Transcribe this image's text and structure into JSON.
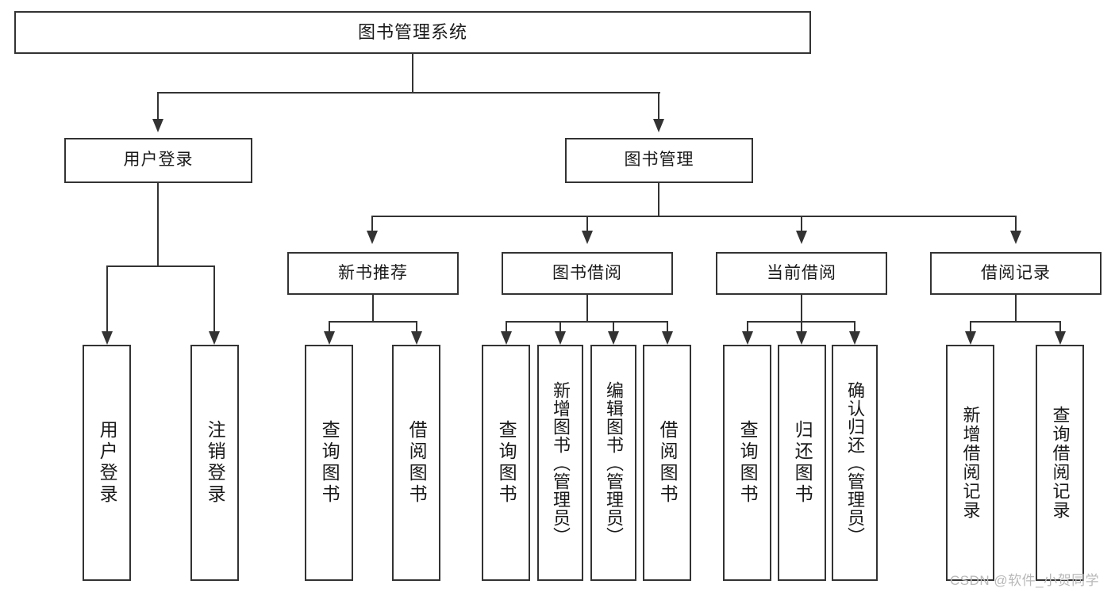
{
  "diagram": {
    "title": "图书管理系统",
    "type": "tree-hierarchy-chart",
    "root": {
      "label": "图书管理系统"
    },
    "level2": [
      {
        "label": "用户登录"
      },
      {
        "label": "图书管理"
      }
    ],
    "level3": [
      {
        "label": "新书推荐"
      },
      {
        "label": "图书借阅"
      },
      {
        "label": "当前借阅"
      },
      {
        "label": "借阅记录"
      }
    ],
    "leaves": {
      "user_login": [
        {
          "label": "用户登录"
        },
        {
          "label": "注销登录"
        }
      ],
      "new_book_recommend": [
        {
          "label": "查询图书"
        },
        {
          "label": "借阅图书"
        }
      ],
      "book_borrow": [
        {
          "label": "查询图书"
        },
        {
          "label": "新增图书（管理员）"
        },
        {
          "label": "编辑图书（管理员）"
        },
        {
          "label": "借阅图书"
        }
      ],
      "current_borrow": [
        {
          "label": "查询图书"
        },
        {
          "label": "归还图书"
        },
        {
          "label": "确认归还（管理员）"
        }
      ],
      "borrow_record": [
        {
          "label": "新增借阅记录"
        },
        {
          "label": "查询借阅记录"
        }
      ]
    }
  },
  "watermark": {
    "text": "CSDN @软件_小贺同学"
  },
  "colors": {
    "stroke": "#333333",
    "background": "#ffffff",
    "text": "#1a1a1a",
    "watermark": "#b8b8b8"
  }
}
